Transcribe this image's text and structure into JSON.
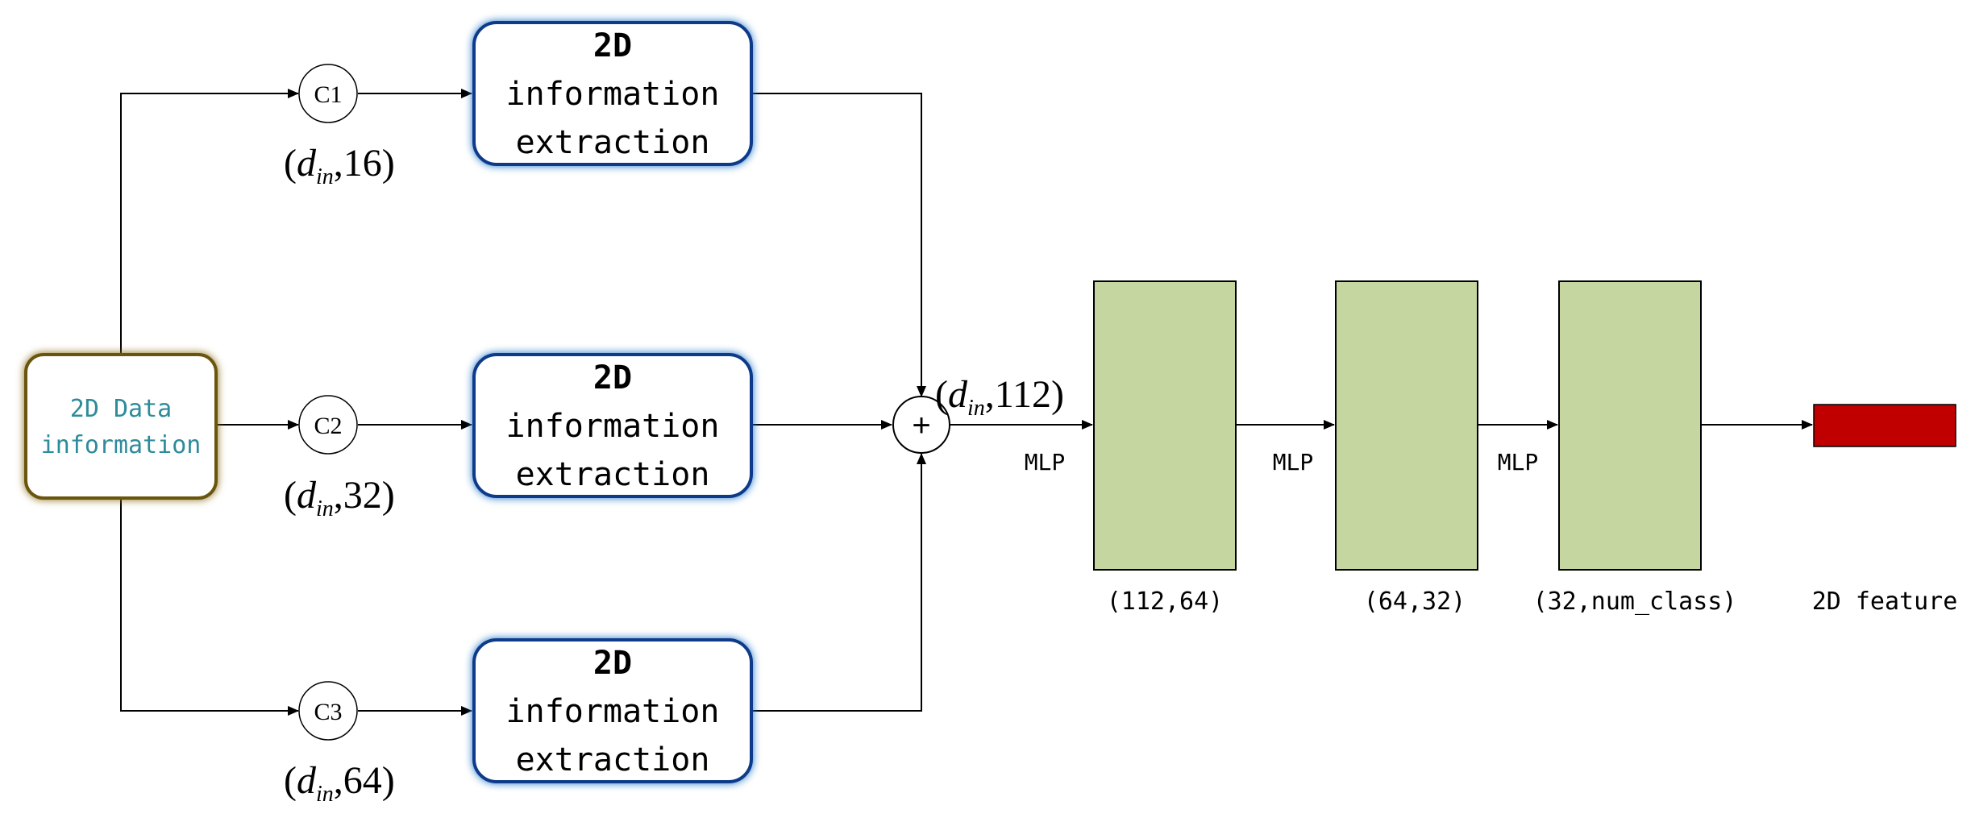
{
  "input_block": {
    "line1": "2D Data",
    "line2": "information"
  },
  "branches": [
    {
      "conv_label": "C1",
      "block": {
        "line1": "2D",
        "line2": "information",
        "line3": "extraction"
      },
      "dim": {
        "open": "(",
        "d": "d",
        "sub": "in",
        "rest": ",16)"
      }
    },
    {
      "conv_label": "C2",
      "block": {
        "line1": "2D",
        "line2": "information",
        "line3": "extraction"
      },
      "dim": {
        "open": "(",
        "d": "d",
        "sub": "in",
        "rest": ",32)"
      }
    },
    {
      "conv_label": "C3",
      "block": {
        "line1": "2D",
        "line2": "information",
        "line3": "extraction"
      },
      "dim": {
        "open": "(",
        "d": "d",
        "sub": "in",
        "rest": ",64)"
      }
    }
  ],
  "sum_node": {
    "symbol": "+",
    "dim": {
      "open": "(",
      "d": "d",
      "sub": "in",
      "rest": ",112)"
    }
  },
  "mlp_layers": [
    {
      "arrow_label": "MLP",
      "dims": "(112,64)"
    },
    {
      "arrow_label": "MLP",
      "dims": "(64,32)"
    },
    {
      "arrow_label": "MLP",
      "dims": "(32,num_class)"
    }
  ],
  "output": {
    "label": "2D feature"
  },
  "colors": {
    "input_text": "#2e8b9a",
    "input_glow": "#8a6d1a",
    "extraction_glow": "#1f74c8",
    "mlp_fill": "#c5d6a0",
    "output_fill": "#c00000",
    "line": "#000000"
  }
}
